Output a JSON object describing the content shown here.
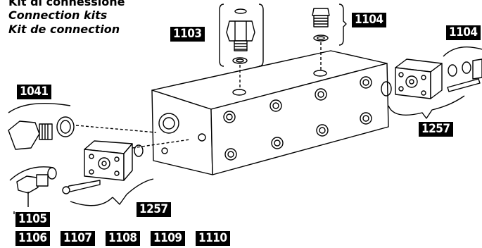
{
  "title": {
    "line1": "Kit di connessione",
    "line2": "Connection kits",
    "line3": "Kit de connection"
  },
  "labels": {
    "l1103": "1103",
    "l1104_top": "1104",
    "l1104_right": "1104",
    "l1041": "1041",
    "l1257_right": "1257",
    "l1257_bottom": "1257",
    "l1105": "1105",
    "l1106": "1106",
    "l1107": "1107",
    "l1108": "1108",
    "l1109": "1109",
    "l1110": "1110"
  }
}
